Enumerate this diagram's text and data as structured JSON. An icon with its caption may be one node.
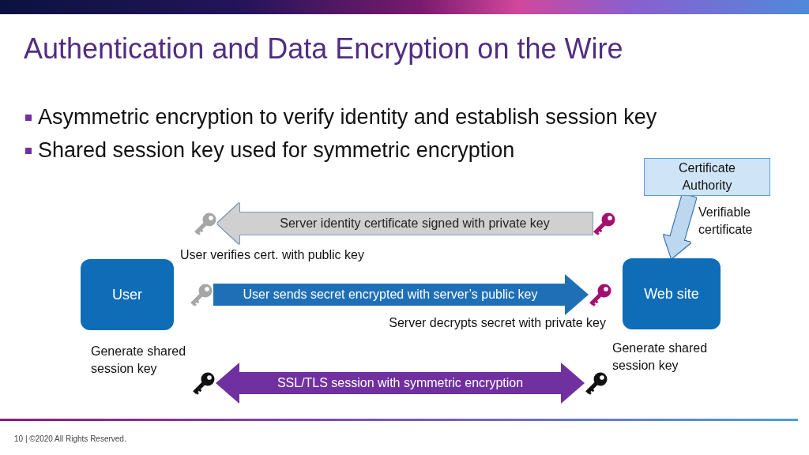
{
  "diagram": {
    "title": "Authentication and Data Encryption on the Wire",
    "nodes": [
      {
        "text": [
          "Certificate Authority"
        ]
      },
      {
        "text": [],
        "shape": "key"
      },
      {
        "text": [],
        "shape": "key"
      },
      {
        "text": [
          "User"
        ]
      },
      {
        "text": [],
        "shape": "key"
      },
      {
        "text": [],
        "shape": "key",
        "beside": [
          "Server decrypts secret with private key"
        ]
      },
      {
        "text": [
          "Web site"
        ]
      },
      {
        "text": [],
        "shape": "key",
        "beside": [
          "Generate shared session key"
        ]
      },
      {
        "text": [],
        "shape": "key",
        "beside": [
          "Generate shared session key"
        ]
      }
    ],
    "edges": [
      {
        "from": 2,
        "to": 1,
        "arrow": "to",
        "label": "Server identity certificate signed with private key",
        "color": "#d0d0d0"
      },
      {
        "from": 4,
        "to": 5,
        "arrow": "to",
        "label": "User sends secret encrypted with server’s public key",
        "color": "#1f6fb7"
      },
      {
        "from": 7,
        "to": 8,
        "arrow": "both",
        "label": "SSL/TLS session with symmetric encryption",
        "color": "#7030a0"
      },
      {
        "from": 0,
        "to": 6,
        "arrow": "to",
        "label": "Verifiable certificate",
        "color": "#bdd7ee"
      }
    ],
    "labels": [
      "Asymmetric encryption to verify identity and establish session key",
      "Shared session key used for symmetric encryption",
      "User verifies cert. with public key",
      "10 | ©2020 All Rights Reserved."
    ]
  }
}
